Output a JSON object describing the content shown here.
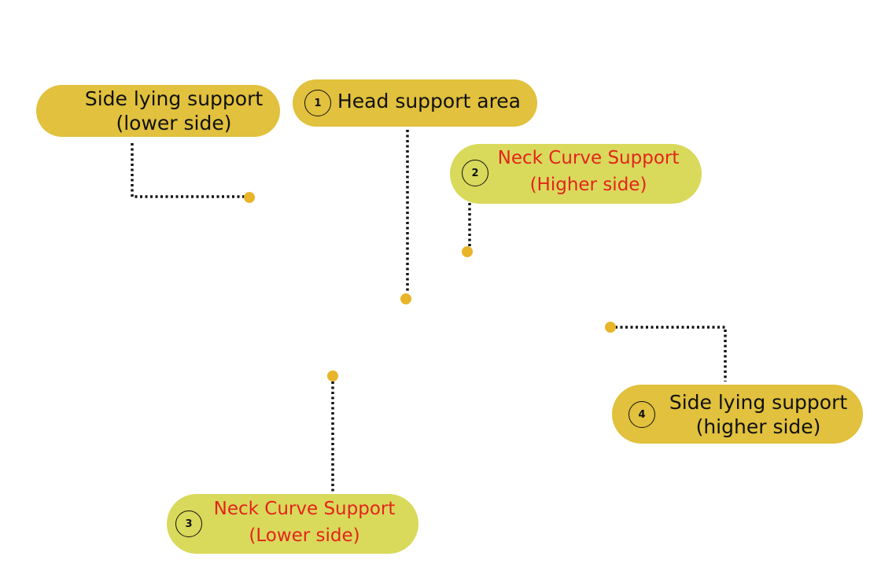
{
  "labels": {
    "side_lower": {
      "line1": "Side lying support",
      "line2": "(lower side)"
    },
    "head": {
      "number": "1",
      "text": "Head support area"
    },
    "neck_higher": {
      "number": "2",
      "line1": "Neck Curve Support",
      "line2": "(Higher side)"
    },
    "neck_lower": {
      "number": "3",
      "line1": "Neck Curve Support",
      "line2": "(Lower side)"
    },
    "side_higher": {
      "number": "4",
      "line1": "Side lying support",
      "line2": "(higher side)"
    }
  },
  "colors": {
    "pill_gold": "#e1c13d",
    "pill_lime": "#d9d95b",
    "dot": "#e8b52a",
    "red_text": "#e3241b",
    "leader": "#111111"
  }
}
